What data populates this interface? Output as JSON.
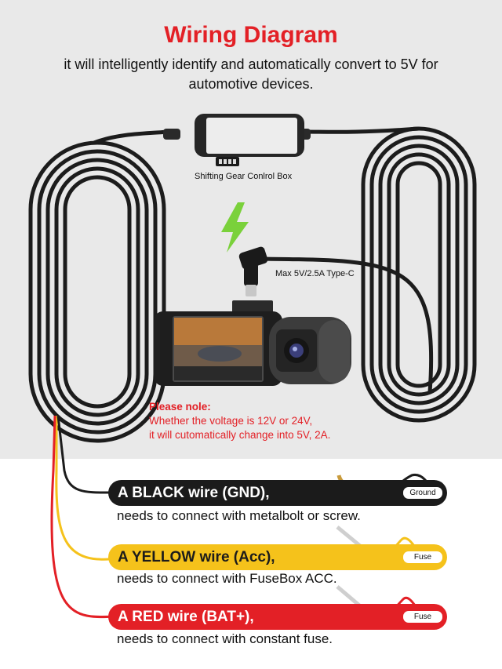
{
  "header": {
    "title": "Wiring Diagram",
    "subtitle": "it will intelligently identify and automatically convert to 5V for automotive devices."
  },
  "control_box": {
    "label": "Shifting Gear Conlrol Box",
    "panel_title": "3-Lead Hardwire Kit For Parking Monitor"
  },
  "connector": {
    "label": "Max 5V/2.5A Type-C"
  },
  "note": {
    "title": "Please nole:",
    "lines": [
      "Whether the voltage is 12V or 24V,",
      "it will cutomatically change into 5V, 2A."
    ]
  },
  "wires": [
    {
      "title": "A BLACK wire (GND),",
      "description": "needs to connect with metalbolt or screw.",
      "tag": "Ground",
      "color": "#1b1b1b",
      "text_color": "#ffffff"
    },
    {
      "title": "A YELLOW wire (Acc),",
      "description": "needs to connect with FuseBox ACC.",
      "tag": "Fuse",
      "color": "#f5c21b",
      "text_color": "#1b1b1b"
    },
    {
      "title": "A RED wire (BAT+),",
      "description": "needs to connect with constant fuse.",
      "tag": "Fuse",
      "color": "#e32026",
      "text_color": "#ffffff"
    }
  ],
  "colors": {
    "accent_red": "#e32026",
    "bolt_green": "#7ad13b",
    "cable_black": "#1c1c1c"
  },
  "icons": [
    "lightning-bolt-icon",
    "dash-camera",
    "ring-terminal-icon",
    "fuse-tap-icon"
  ]
}
